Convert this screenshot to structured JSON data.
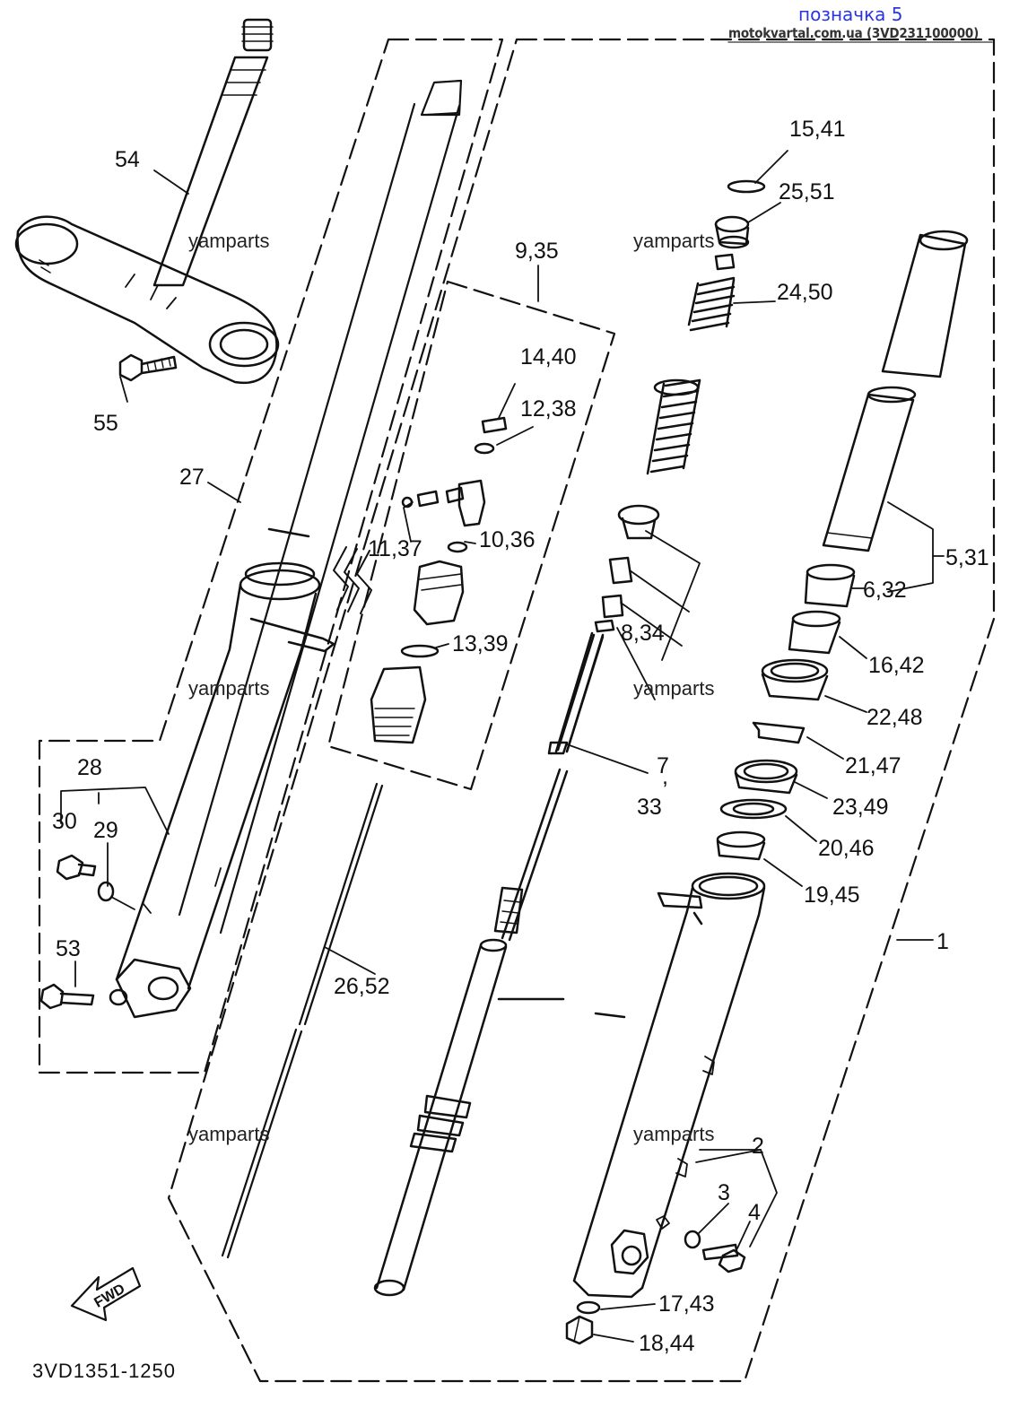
{
  "header": {
    "title": "позначка 5",
    "source": "motokvartal.com.ua (3VD231100000)"
  },
  "diagram_code": "3VD1351-1250",
  "watermark": "yamparts",
  "fwd_label": "FWD",
  "callouts": {
    "c54": "54",
    "c55": "55",
    "c27": "27",
    "c28": "28",
    "c29": "29",
    "c30": "30",
    "c53": "53",
    "c9_35": "9,35",
    "c14_40": "14,40",
    "c12_38": "12,38",
    "c11_37": "11,37",
    "c10_36": "10,36",
    "c13_39": "13,39",
    "c26_52": "26,52",
    "c15_41": "15,41",
    "c25_51": "25,51",
    "c24_50": "24,50",
    "c8_34": "8,34",
    "c7": "7",
    "c7sep": ",",
    "c33": "33",
    "c5_31": "5,31",
    "c6_32": "6,32",
    "c16_42": "16,42",
    "c22_48": "22,48",
    "c21_47": "21,47",
    "c23_49": "23,49",
    "c20_46": "20,46",
    "c19_45": "19,45",
    "c1": "1",
    "c2": "2",
    "c3": "3",
    "c4": "4",
    "c17_43": "17,43",
    "c18_44": "18,44"
  },
  "colors": {
    "line": "#111111",
    "header_title": "#2a35e0"
  }
}
